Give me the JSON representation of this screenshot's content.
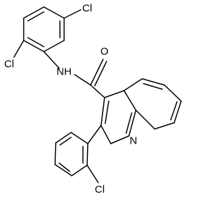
{
  "diagram": {
    "type": "chemical-structure",
    "atom_labels": {
      "cl_top": "Cl",
      "cl_left": "Cl",
      "nh": "NH",
      "o": "O",
      "n_ring": "N",
      "cl_bottom": "Cl"
    },
    "colors": {
      "bond": "#000000",
      "label": "#000000",
      "background": "#ffffff"
    }
  }
}
